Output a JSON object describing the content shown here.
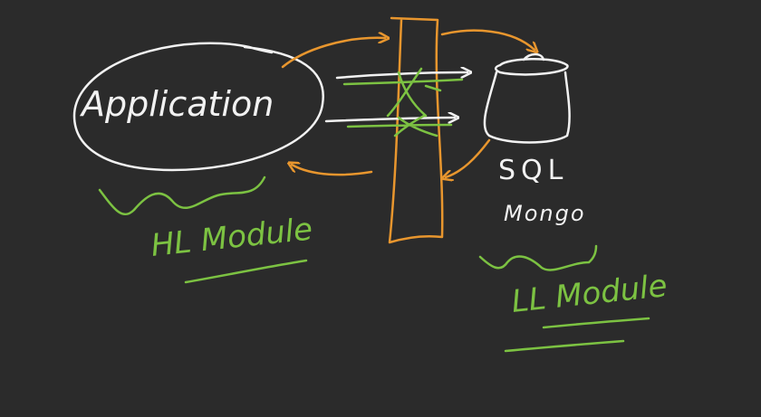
{
  "labels": {
    "application": "Application",
    "sql_line1": "SQL",
    "sql_line2": "Mongo",
    "hl_module": "HL Module",
    "ll_module": "LL Module"
  },
  "colors": {
    "background": "#2b2b2b",
    "white": "#f2f2f2",
    "orange": "#e8962e",
    "green": "#7cc242"
  },
  "icons": {
    "database": "database-bucket-icon"
  }
}
